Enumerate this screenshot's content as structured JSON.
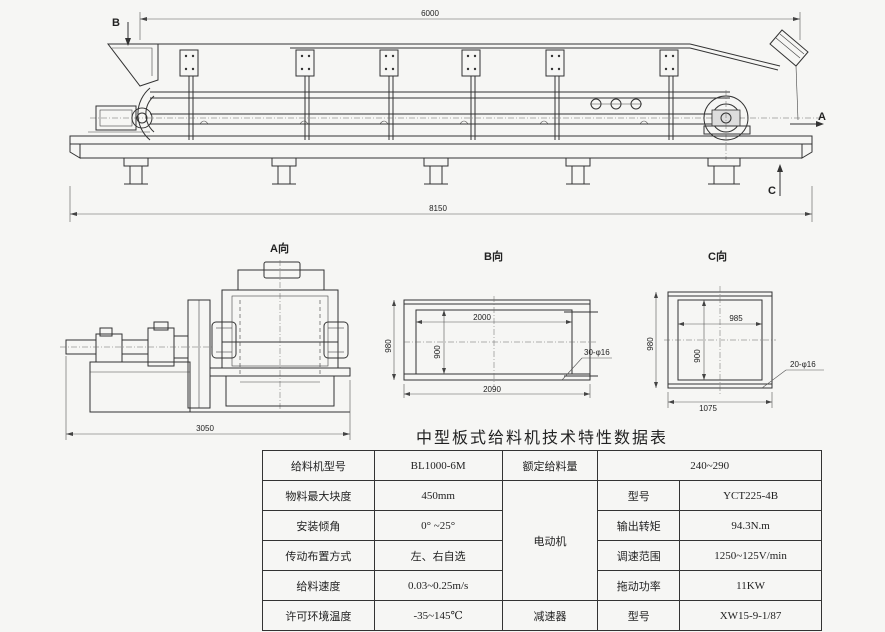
{
  "drawing": {
    "top_view": {
      "label_b": "B",
      "label_a": "A",
      "label_c": "C",
      "dim_upper": "6000",
      "dim_lower": "8150"
    },
    "view_a": {
      "title": "A向",
      "dim": "3050"
    },
    "view_b": {
      "title": "B向",
      "dim_inner": "2000",
      "dim_outer": "2090",
      "dim_height_outer": "980",
      "dim_height_inner": "900",
      "holes": "30-φ16"
    },
    "view_c": {
      "title": "C向",
      "dim_inner": "985",
      "dim_outer": "1075",
      "dim_height_outer": "980",
      "dim_height_inner": "900",
      "holes": "20-φ16"
    }
  },
  "table": {
    "title": "中型板式给料机技术特性数据表",
    "rows": [
      [
        "给料机型号",
        "BL1000-6M",
        "额定给料量",
        "240~290"
      ],
      [
        "物料最大块度",
        "450mm",
        "电动机",
        "型号",
        "YCT225-4B"
      ],
      [
        "安装倾角",
        "0° ~25°",
        "输出转矩",
        "94.3N.m"
      ],
      [
        "传动布置方式",
        "左、右自选",
        "调速范围",
        "1250~125V/min"
      ],
      [
        "给料速度",
        "0.03~0.25m/s",
        "拖动功率",
        "11KW"
      ],
      [
        "许可环境温度",
        "-35~145℃",
        "减速器",
        "型号",
        "XW15-9-1/87"
      ]
    ]
  }
}
